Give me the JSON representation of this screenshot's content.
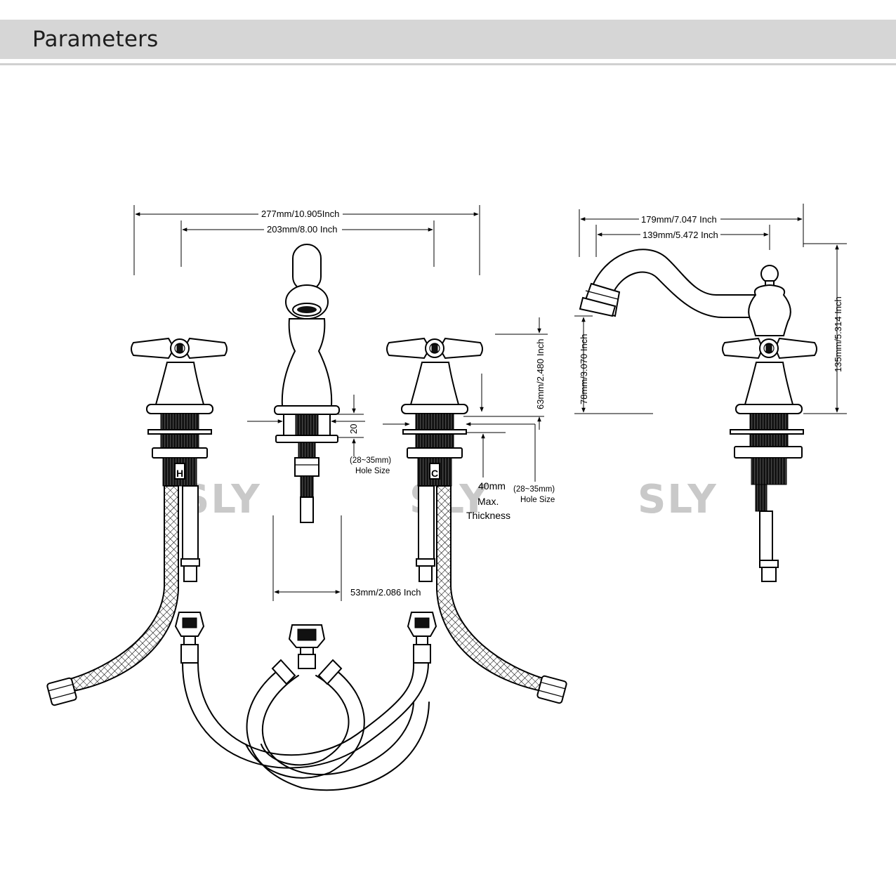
{
  "header": {
    "title": "Parameters"
  },
  "dimensions": {
    "overall_width": "277mm/10.905Inch",
    "center_spread": "203mm/8.00 Inch",
    "handle_height": "63mm/2.480 Inch",
    "mount_depth": "20",
    "spout_hole": "(28~35mm)",
    "spout_hole_label": "Hole Size",
    "deck_thickness": "40mm",
    "deck_thickness_l1": "Max.",
    "deck_thickness_l2": "Thickness",
    "handle_hole": "(28~35mm)",
    "handle_hole_label": "Hole Size",
    "shank_spacing": "53mm/2.086 Inch",
    "spout_reach": "179mm/7.047 Inch",
    "spout_to_handle": "139mm/5.472 Inch",
    "spout_height": "78mm/3.070 Inch",
    "total_height": "135mm/5.314 Inch"
  },
  "labels": {
    "hot": "H",
    "cold": "C"
  },
  "watermark": "SLY"
}
